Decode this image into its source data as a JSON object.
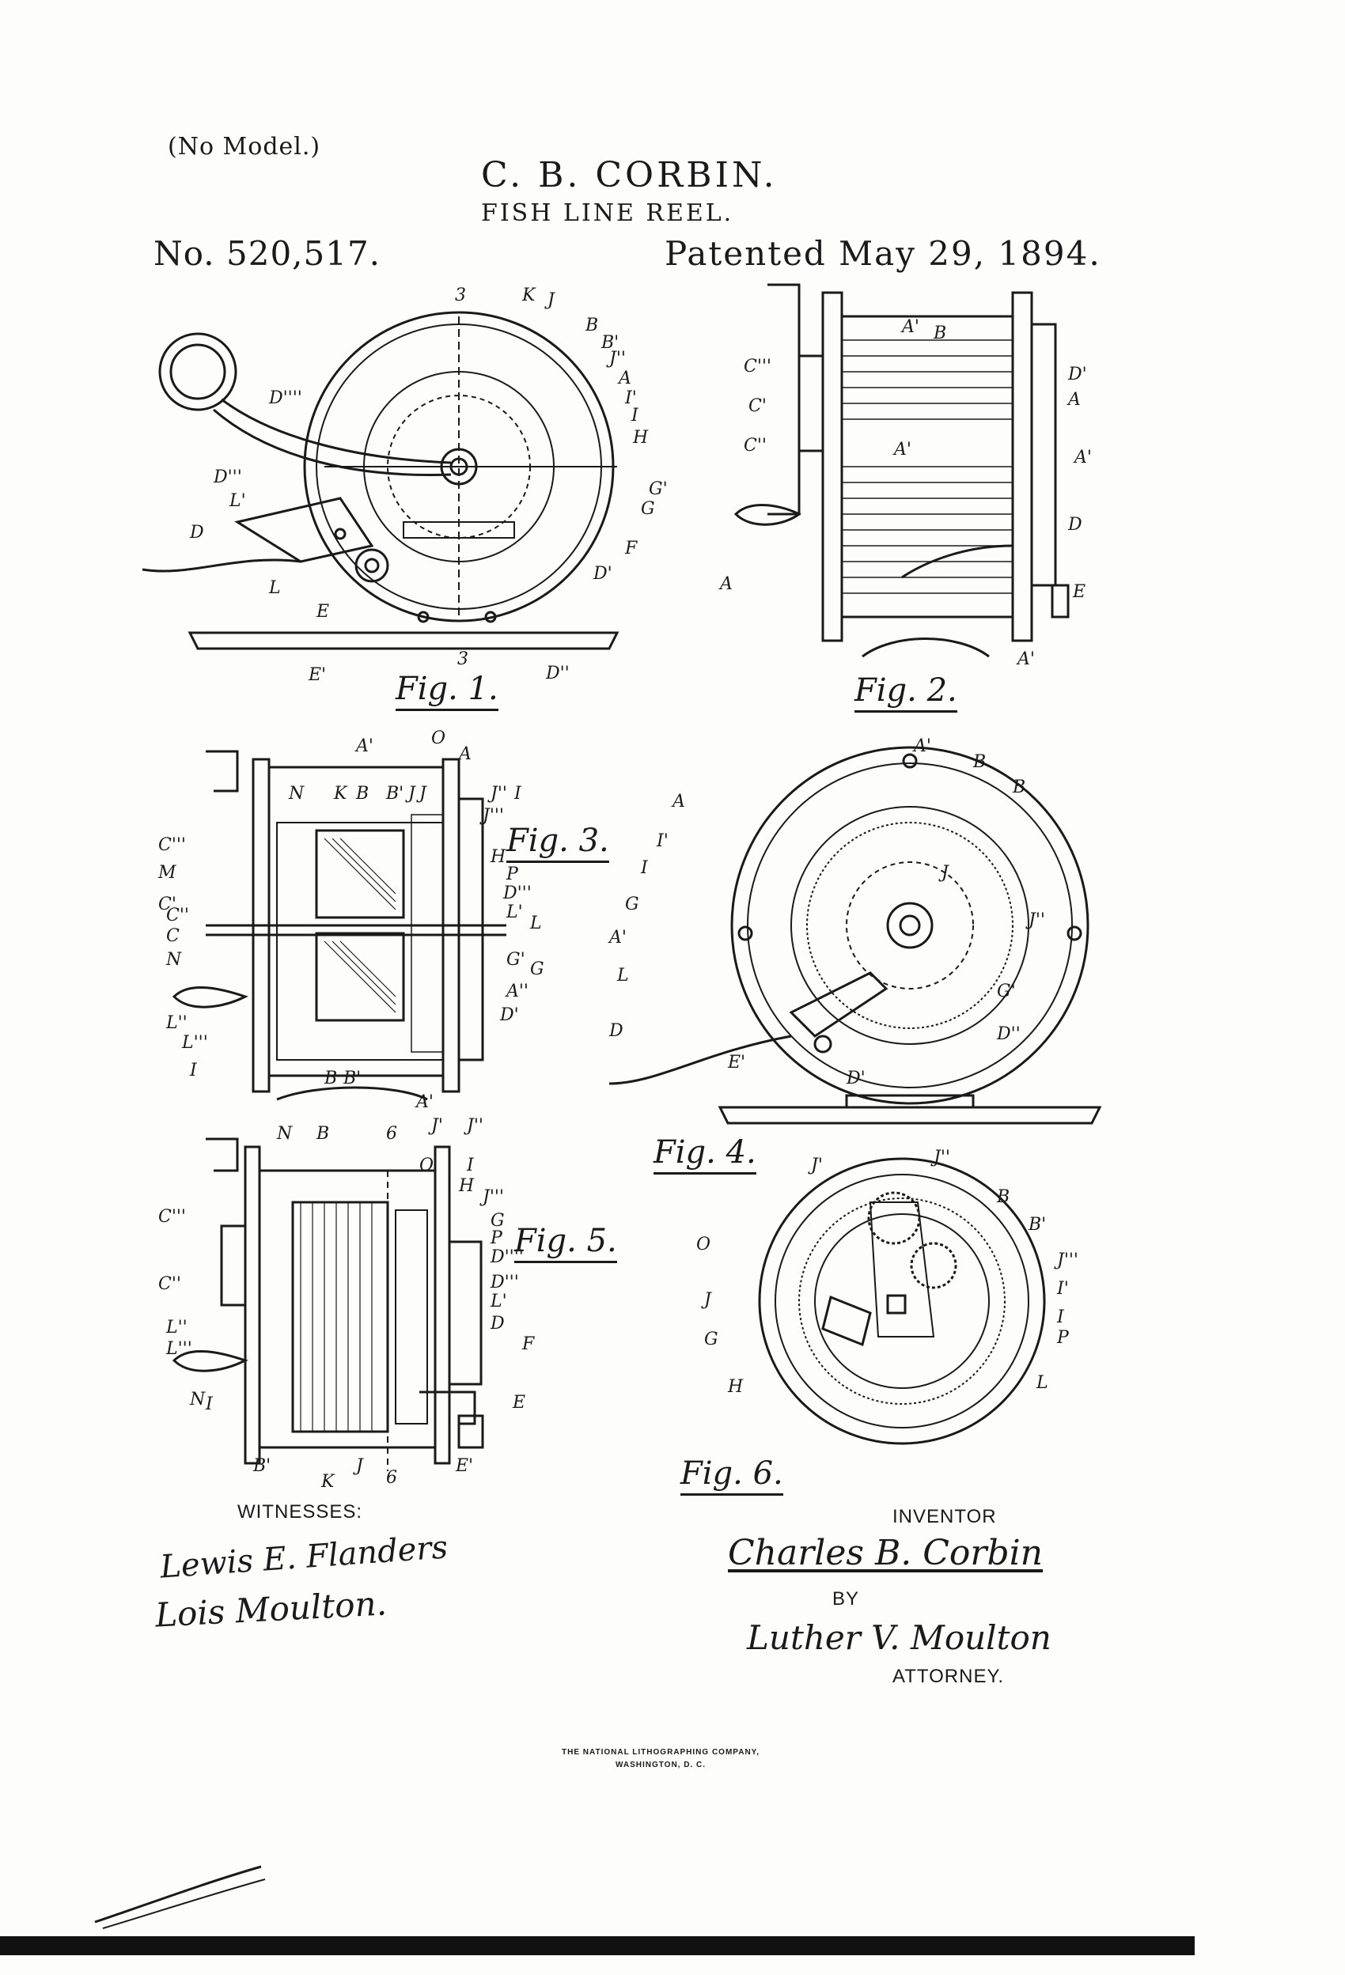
{
  "header": {
    "no_model": "(No Model.)",
    "inventor": "C. B. CORBIN.",
    "title": "FISH LINE REEL.",
    "patent_no": "No. 520,517.",
    "patented": "Patented May 29, 1894."
  },
  "figures": {
    "fig1": "Fig. 1.",
    "fig2": "Fig. 2.",
    "fig3": "Fig. 3.",
    "fig4": "Fig. 4.",
    "fig5": "Fig. 5.",
    "fig6": "Fig. 6."
  },
  "fig1_labels": [
    "3",
    "K",
    "J",
    "B",
    "B'",
    "J''",
    "A",
    "I'",
    "I",
    "H",
    "D''''",
    "D'''",
    "L'",
    "D",
    "L",
    "E",
    "E'",
    "G'",
    "G",
    "F",
    "D'",
    "3",
    "D''"
  ],
  "fig2_labels": [
    "A'",
    "B",
    "C'''",
    "C'",
    "C''",
    "D'",
    "A",
    "A'",
    "A'",
    "A",
    "D",
    "E",
    "A'"
  ],
  "fig3_labels": [
    "A'",
    "O",
    "A",
    "N",
    "K",
    "B",
    "B'",
    "J",
    "J",
    "J''",
    "I",
    "J'''",
    "C'''",
    "M",
    "C'",
    "C''",
    "C",
    "N",
    "L''",
    "L'''",
    "I",
    "H",
    "P",
    "D'''",
    "L'",
    "L",
    "G'",
    "G",
    "A''",
    "D'",
    "B",
    "B'",
    "A'"
  ],
  "fig4_labels": [
    "A'",
    "B",
    "A",
    "B",
    "I'",
    "I",
    "J",
    "G",
    "J''",
    "A'",
    "L",
    "G'",
    "D",
    "D''",
    "E'",
    "D'"
  ],
  "fig5_labels": [
    "N",
    "B",
    "6",
    "O",
    "J'",
    "J''",
    "I",
    "H",
    "J'''",
    "C'''",
    "G",
    "P",
    "C''",
    "D''''",
    "D'''",
    "L''",
    "L'",
    "L'''",
    "D",
    "F",
    "N",
    "I",
    "E",
    "B'",
    "K",
    "J",
    "6",
    "E'"
  ],
  "fig6_labels": [
    "J'",
    "J''",
    "B",
    "B'",
    "O",
    "J'''",
    "I'",
    "J",
    "I",
    "G",
    "P",
    "H",
    "L"
  ],
  "signatures": {
    "witnesses_label": "WITNESSES:",
    "witness_1": "Lewis E. Flanders",
    "witness_2": "Lois Moulton.",
    "inventor_label": "INVENTOR",
    "inventor_name": "Charles B. Corbin",
    "by_label": "BY",
    "attorney_name": "Luther V. Moulton",
    "attorney_label": "ATTORNEY."
  },
  "imprint": {
    "line1": "THE NATIONAL LITHOGRAPHING COMPANY,",
    "line2": "WASHINGTON, D. C."
  }
}
